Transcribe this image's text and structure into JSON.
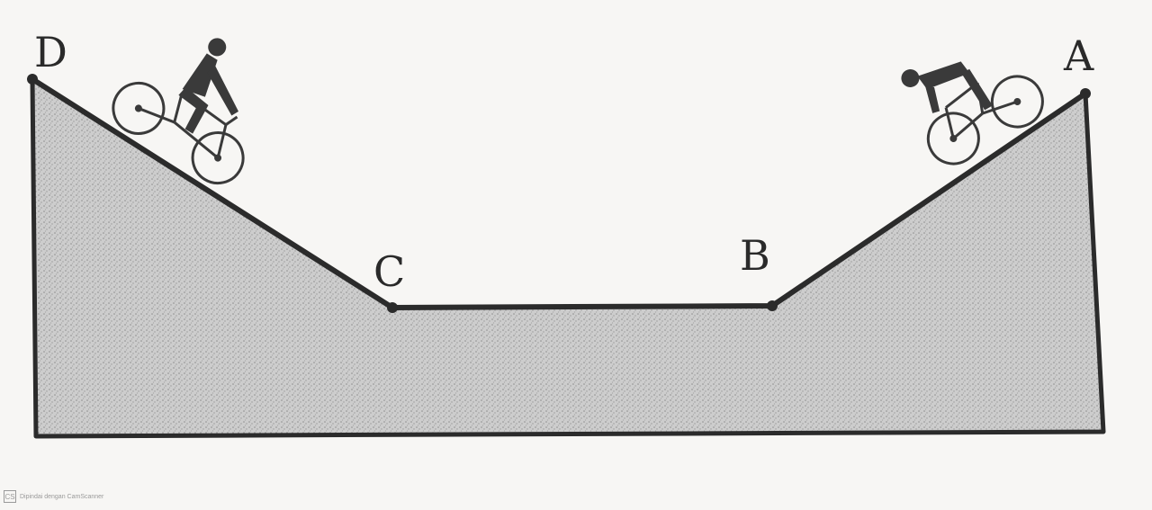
{
  "diagram": {
    "points": [
      {
        "id": "A",
        "label": "A"
      },
      {
        "id": "B",
        "label": "B"
      },
      {
        "id": "C",
        "label": "C"
      },
      {
        "id": "D",
        "label": "D"
      }
    ],
    "colors": {
      "outline": "#2b2b2b",
      "fill": "#c9c9c9",
      "background": "#f7f6f4"
    },
    "icons": [
      "cyclist-icon",
      "cyclist-icon"
    ]
  },
  "watermark": {
    "badge": "CS",
    "text": "Dipindai dengan CamScanner"
  }
}
